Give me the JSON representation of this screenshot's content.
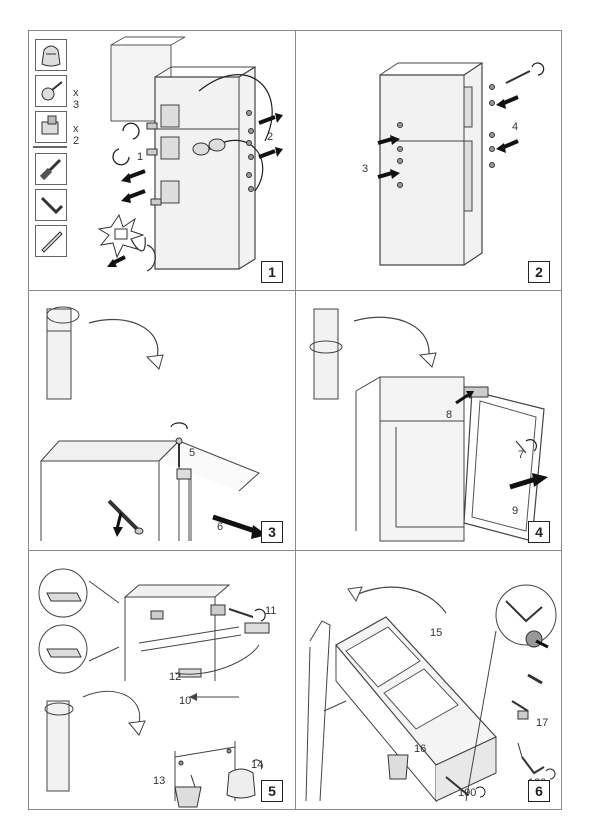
{
  "panels": [
    {
      "number": "1",
      "callouts": [
        "1",
        "2"
      ],
      "quantities": [
        "x 3",
        "x 2"
      ],
      "tools": [
        "bag-icon",
        "screw-icon",
        "hinge-icon",
        "screwdriver-icon",
        "allen-key-icon",
        "putty-knife-icon"
      ]
    },
    {
      "number": "2",
      "callouts": [
        "3",
        "4"
      ]
    },
    {
      "number": "3",
      "callouts": [
        "5",
        "6"
      ]
    },
    {
      "number": "4",
      "callouts": [
        "7",
        "8",
        "9"
      ]
    },
    {
      "number": "5",
      "callouts": [
        "10",
        "11",
        "12",
        "13",
        "14"
      ]
    },
    {
      "number": "6",
      "callouts": [
        "15",
        "16",
        "17",
        "180",
        "190"
      ]
    }
  ]
}
